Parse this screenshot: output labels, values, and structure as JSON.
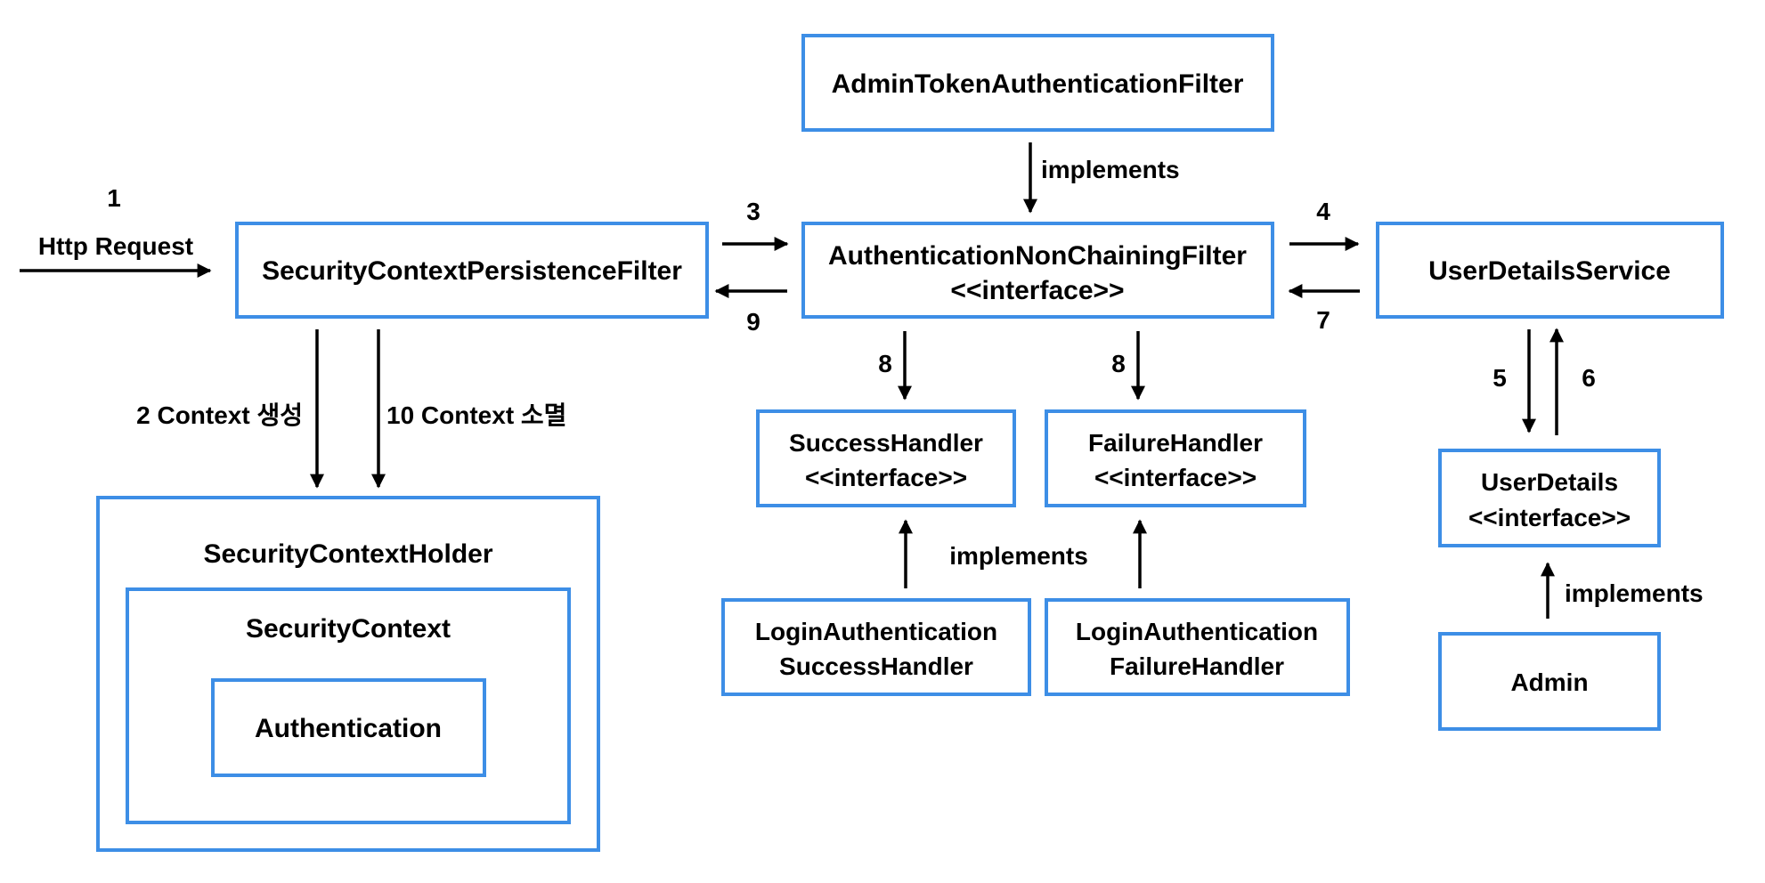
{
  "colors": {
    "box_border": "#3d8ee6",
    "arrow": "#000000",
    "text": "#000000",
    "background": "#ffffff"
  },
  "nodes": {
    "security_context_persistence_filter": [
      "SecurityContextPersistenceFilter"
    ],
    "admin_token_authentication_filter": [
      "AdminTokenAuthenticationFilter"
    ],
    "authentication_non_chaining_filter": [
      "AuthenticationNonChainingFilter",
      "<<interface>>"
    ],
    "user_details_service": [
      "UserDetailsService"
    ],
    "success_handler": [
      "SuccessHandler",
      "<<interface>>"
    ],
    "failure_handler": [
      "FailureHandler",
      "<<interface>>"
    ],
    "login_authentication_success_handler": [
      "LoginAuthentication",
      "SuccessHandler"
    ],
    "login_authentication_failure_handler": [
      "LoginAuthentication",
      "FailureHandler"
    ],
    "user_details": [
      "UserDetails",
      "<<interface>>"
    ],
    "admin": [
      "Admin"
    ],
    "security_context_holder": [
      "SecurityContextHolder"
    ],
    "security_context": [
      "SecurityContext"
    ],
    "authentication": [
      "Authentication"
    ]
  },
  "edge_labels": {
    "step_1": "1",
    "http_request": "Http Request",
    "step_3": "3",
    "step_9": "9",
    "step_4": "4",
    "step_7": "7",
    "implements_admin_token": "implements",
    "step_8_success": "8",
    "step_8_failure": "8",
    "implements_handlers": "implements",
    "step_5": "5",
    "step_6": "6",
    "implements_admin": "implements",
    "context_create": "2 Context 생성",
    "context_destroy": "10 Context 소멸"
  }
}
